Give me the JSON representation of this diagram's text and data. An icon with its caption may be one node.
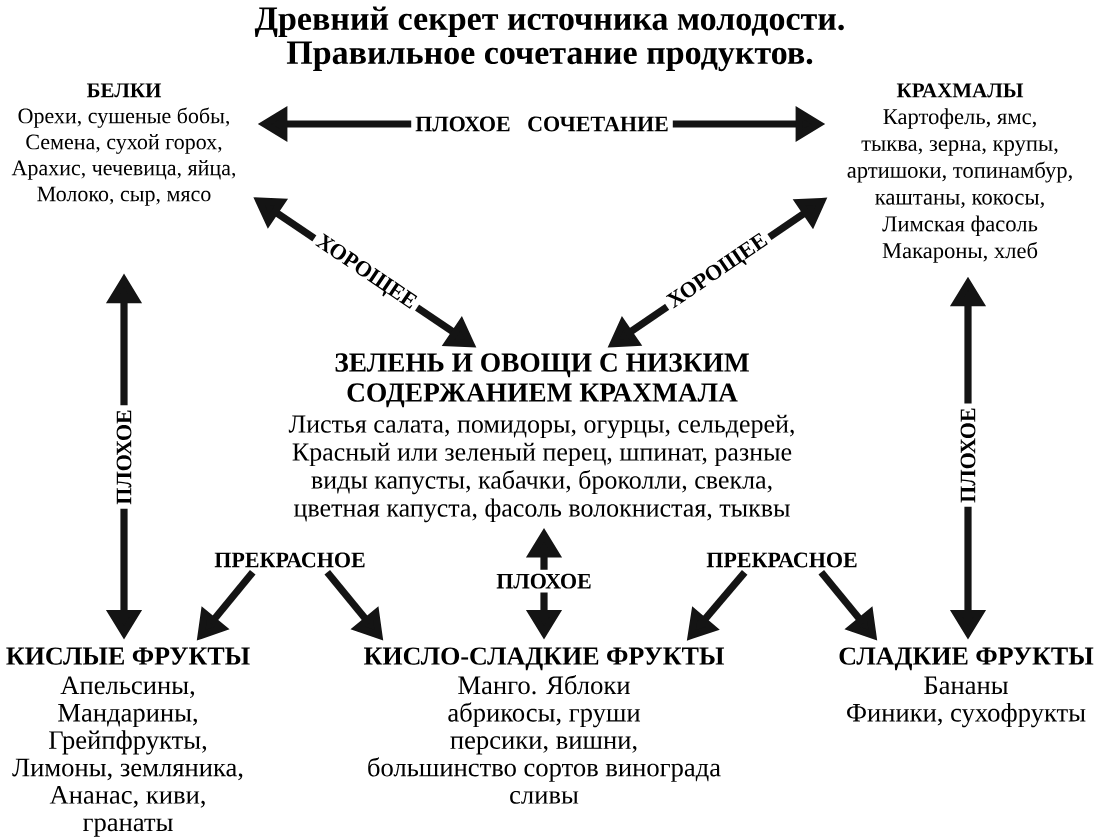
{
  "diagram": {
    "title": "Древний секрет источника молодости. Правильное сочетание продуктов.",
    "nodes": [
      {
        "text": [
          "БЕЛКИ",
          "Орехи, сушеные бобы, Семена, сухой горох, Арахис, чечевица, яйца, Молоко, сыр, мясо"
        ]
      },
      {
        "text": [
          "КРАХМАЛЫ",
          "Картофель, ямс, тыква, зерна, крупы, артишоки, топинамбур, каштаны, кокосы, Лимская фасоль Макароны, хлеб"
        ]
      },
      {
        "text": [
          "ЗЕЛЕНЬ И ОВОЩИ С НИЗКИМ СОДЕРЖАНИЕМ КРАХМАЛА",
          "Листья салата, помидоры, огурцы, сельдерей, Красный или зеленый перец, шпинат, разные виды капусты, кабачки, броколли, свекла, цветная капуста, фасоль волокнистая, тыквы"
        ]
      },
      {
        "text": [
          "КИСЛЫЕ ФРУКТЫ",
          "Апельсины, Мандарины, Грейпфрукты, Лимоны, земляника, Ананас, киви, гранаты"
        ]
      },
      {
        "text": [
          "КИСЛО-СЛАДКИЕ ФРУКТЫ",
          "Манго. Яблоки абрикосы, груши персики, вишни, большинство сортов винограда сливы"
        ]
      },
      {
        "text": [
          "СЛАДКИЕ ФРУКТЫ",
          "Бананы Финики, сухофрукты"
        ]
      },
      {
        "text": [
          "ПРЕКРАСНОЕ"
        ]
      },
      {
        "text": [
          "ПРЕКРАСНОЕ"
        ]
      }
    ],
    "edges": [
      {
        "from": 0,
        "to": 1,
        "arrow": "both",
        "label": "ПЛОХОЕ СОЧЕТАНИЕ"
      },
      {
        "from": 0,
        "to": 2,
        "arrow": "both",
        "label": "ХОРОЩЕЕ"
      },
      {
        "from": 1,
        "to": 2,
        "arrow": "both",
        "label": "ХОРОЩЕЕ"
      },
      {
        "from": 0,
        "to": 3,
        "arrow": "both",
        "label": "ПЛОХОЕ"
      },
      {
        "from": 1,
        "to": 5,
        "arrow": "both",
        "label": "ПЛОХОЕ"
      },
      {
        "from": 2,
        "to": 4,
        "arrow": "both",
        "label": "ПЛОХОЕ"
      },
      {
        "from": 6,
        "to": 3,
        "arrow": "to"
      },
      {
        "from": 6,
        "to": 4,
        "arrow": "to"
      },
      {
        "from": 7,
        "to": 4,
        "arrow": "to"
      },
      {
        "from": 7,
        "to": 5,
        "arrow": "to"
      }
    ]
  }
}
